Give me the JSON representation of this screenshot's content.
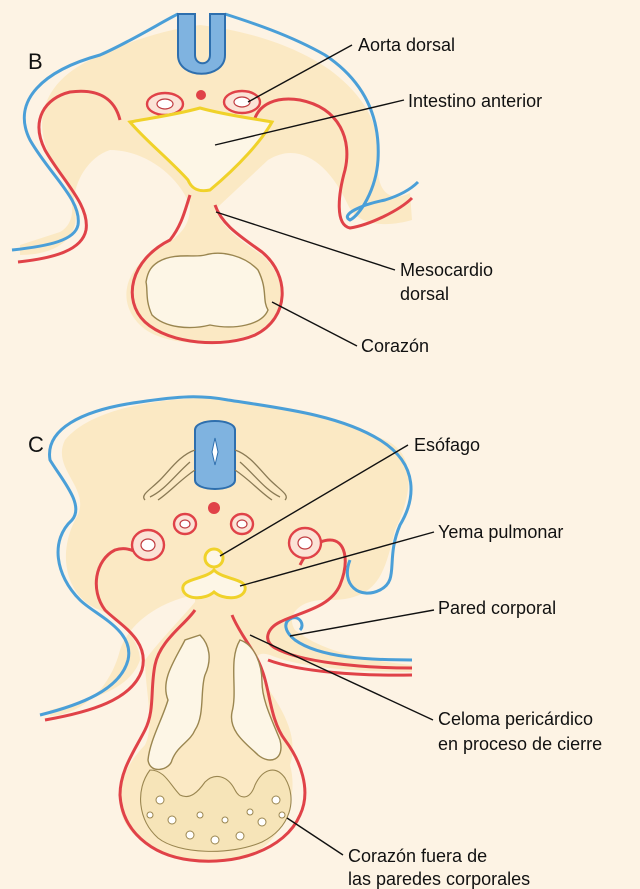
{
  "panels": [
    {
      "letter": "B",
      "labels": [
        {
          "id": "aorta",
          "text": "Aorta dorsal"
        },
        {
          "id": "intestino",
          "text": "Intestino anterior"
        },
        {
          "id": "mesocardio1",
          "text": "Mesocardio"
        },
        {
          "id": "mesocardio2",
          "text": "dorsal"
        },
        {
          "id": "corazon",
          "text": "Corazón"
        }
      ]
    },
    {
      "letter": "C",
      "labels": [
        {
          "id": "esofago",
          "text": "Esófago"
        },
        {
          "id": "yema",
          "text": "Yema pulmonar"
        },
        {
          "id": "pared",
          "text": "Pared corporal"
        },
        {
          "id": "celoma1",
          "text": "Celoma pericárdico"
        },
        {
          "id": "celoma2",
          "text": "en proceso de cierre"
        },
        {
          "id": "fuera1",
          "text": "Corazón fuera de"
        },
        {
          "id": "fuera2",
          "text": "las paredes corporales"
        }
      ]
    }
  ],
  "colors": {
    "background": "#fdf3e4",
    "tissue": "#fbe9c4",
    "ectoderm": "#4a9fd8",
    "mesoderm": "#e04248",
    "endoderm": "#f0d22a",
    "neural_tube": "#7fb3e0"
  }
}
